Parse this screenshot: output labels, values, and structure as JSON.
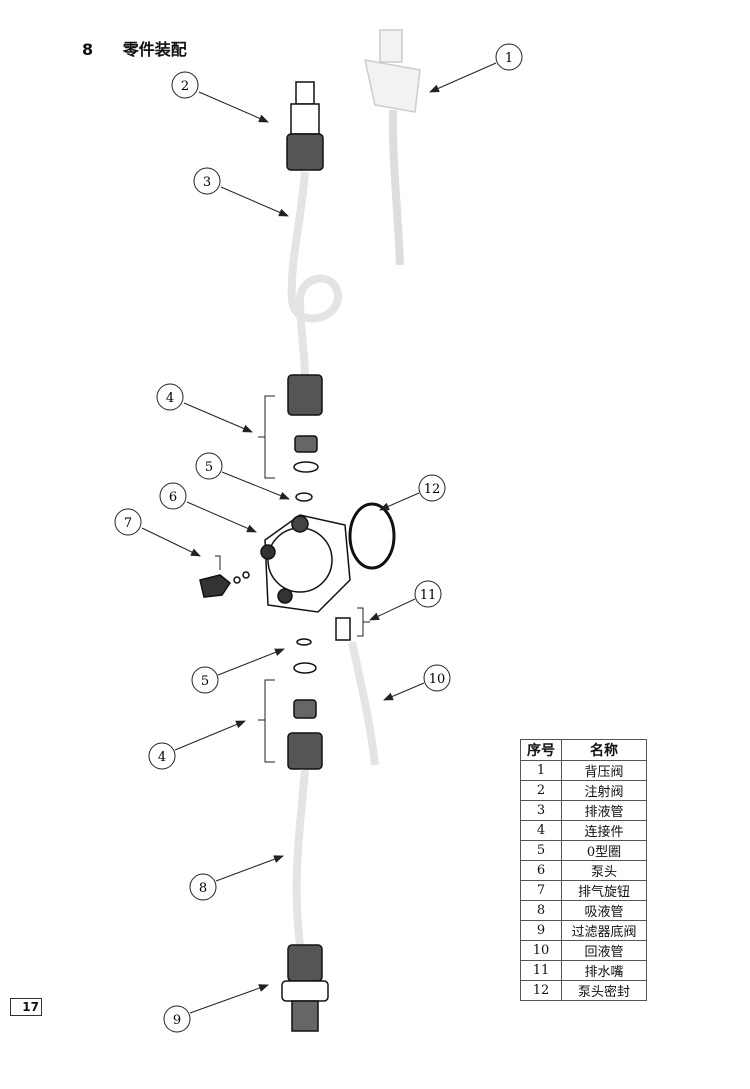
{
  "section": {
    "number": "8",
    "title": "零件装配"
  },
  "callouts": [
    "1",
    "2",
    "3",
    "4",
    "5",
    "6",
    "7",
    "12",
    "11",
    "10",
    "5",
    "4",
    "8",
    "9"
  ],
  "parts_table": {
    "headers": [
      "序号",
      "名称"
    ],
    "rows": [
      [
        "1",
        "背压阀"
      ],
      [
        "2",
        "注射阀"
      ],
      [
        "3",
        "排液管"
      ],
      [
        "4",
        "连接件"
      ],
      [
        "5",
        "0型圈"
      ],
      [
        "6",
        "泵头"
      ],
      [
        "7",
        "排气旋钮"
      ],
      [
        "8",
        "吸液管"
      ],
      [
        "9",
        "过滤器底阀"
      ],
      [
        "10",
        "回液管"
      ],
      [
        "11",
        "排水嘴"
      ],
      [
        "12",
        "泵头密封"
      ]
    ]
  },
  "page_number": "17"
}
